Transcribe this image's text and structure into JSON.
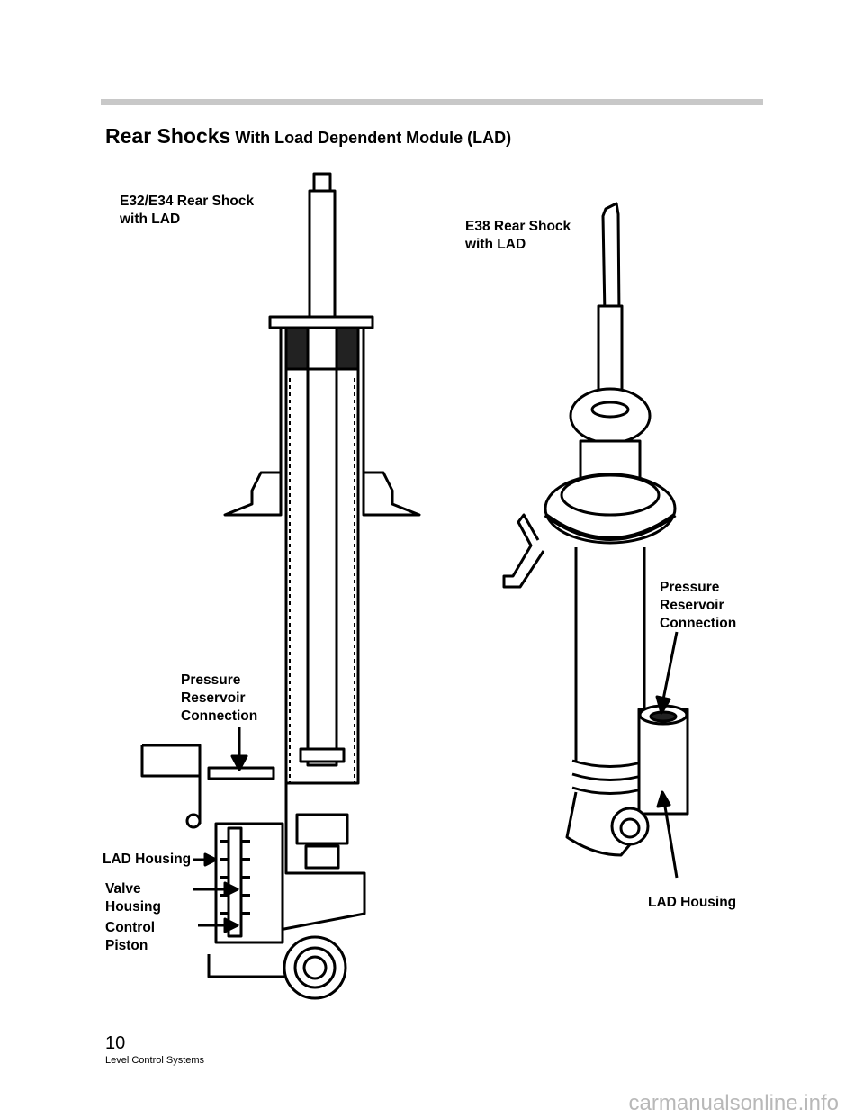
{
  "header": {
    "title": "Rear Shocks",
    "subtitle": "With Load Dependent Module (LAD)"
  },
  "left_figure": {
    "caption": "E32/E34 Rear Shock\nwith LAD",
    "pressure_label": "Pressure\nReservoir\nConnection",
    "lad_housing_label": "LAD Housing",
    "valve_housing_label": "Valve\nHousing",
    "control_piston_label": "Control\nPiston"
  },
  "right_figure": {
    "caption": "E38 Rear Shock\nwith LAD",
    "pressure_label": "Pressure\nReservoir\nConnection",
    "lad_housing_label": "LAD Housing"
  },
  "footer": {
    "page_number": "10",
    "section": "Level Control Systems"
  },
  "watermark": "carmanualsonline.info"
}
